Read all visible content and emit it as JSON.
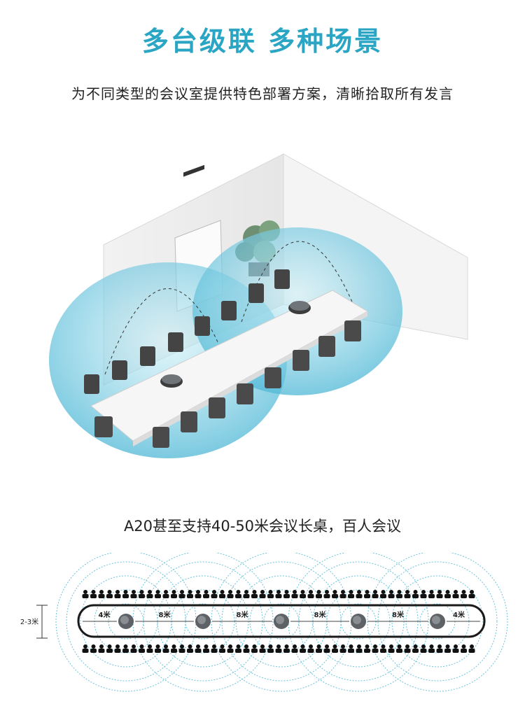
{
  "header": {
    "title": "多台级联  多种场景",
    "subtitle": "为不同类型的会议室提供特色部署方案，清晰拾取所有发言"
  },
  "colors": {
    "accent": "#2aa6c4",
    "pickup_zone": "#5fc3dd",
    "speaker": "#6f7479",
    "table": "#1a1a1a"
  },
  "caption": "A20甚至支持40-50米会议长桌，百人会议",
  "diagram": {
    "height_label": "2-3米",
    "spacing_labels": [
      "4米",
      "8米",
      "8米",
      "8米",
      "8米",
      "4米"
    ],
    "speaker_count": 5,
    "icons": [
      "conference-room-illustration",
      "person-icon",
      "speaker-icon"
    ]
  }
}
